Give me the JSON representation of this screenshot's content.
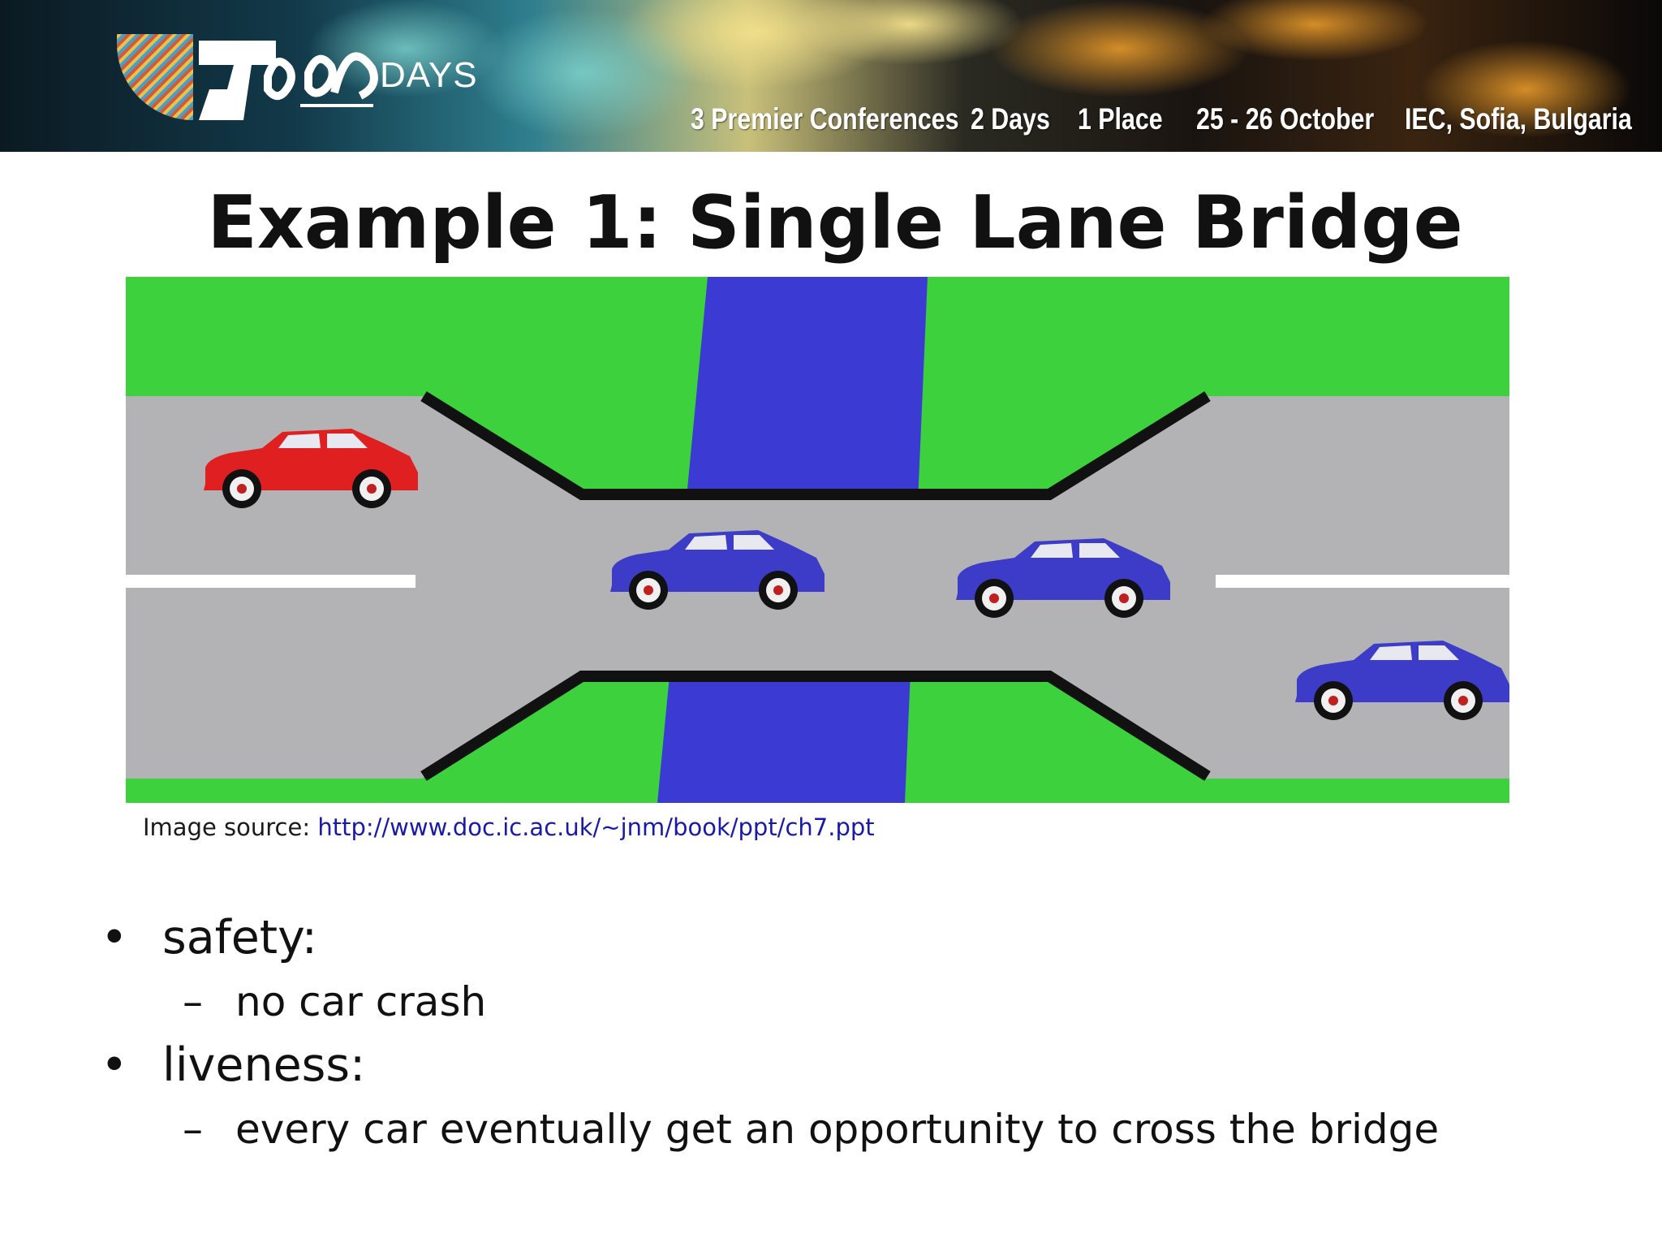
{
  "banner": {
    "logo_text": "JavaDAYS",
    "logo_days": "DAYS",
    "tagline": [
      "3 Premier Conferences",
      "2 Days",
      "1 Place",
      "25 - 26 October",
      "IEC, Sofia, Bulgaria"
    ]
  },
  "slide": {
    "title": "Example 1: Single Lane Bridge"
  },
  "figure": {
    "caption_prefix": "Image source: ",
    "caption_link": "http://www.doc.ic.ac.uk/~jnm/book/ppt/ch7.ppt",
    "colors": {
      "grass": "#3ed13e",
      "river": "#3b3bd4",
      "road": "#b3b3b5",
      "red_car": "#e02020",
      "blue_car": "#3c3cc8"
    }
  },
  "bullets": [
    {
      "text": "safety:",
      "sub": [
        "no car crash"
      ]
    },
    {
      "text": "liveness:",
      "sub": [
        "every car eventually get an opportunity to cross the bridge"
      ]
    }
  ],
  "icons": {
    "bullet": "•",
    "dash": "–"
  }
}
